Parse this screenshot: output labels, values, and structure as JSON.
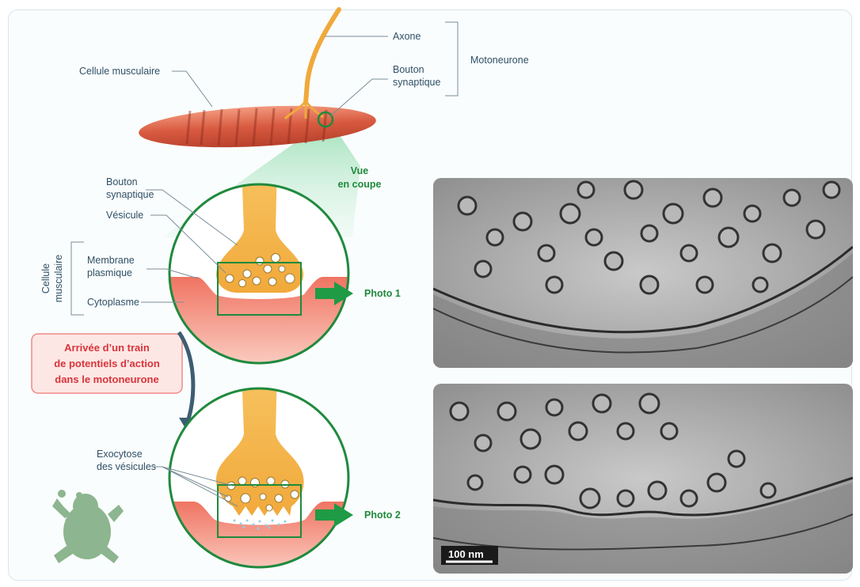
{
  "labels": {
    "axone": "Axone",
    "bouton_top_line1": "Bouton",
    "bouton_top_line2": "synaptique",
    "motoneurone": "Motoneurone",
    "cellule_musculaire_top": "Cellule musculaire",
    "vue_line1": "Vue",
    "vue_line2": "en coupe",
    "bouton_line1": "Bouton",
    "bouton_line2": "synaptique",
    "vesicule": "Vésicule",
    "cellule_vert_line1": "Cellule",
    "cellule_vert_line2": "musculaire",
    "membrane_line1": "Membrane",
    "membrane_line2": "plasmique",
    "cytoplasme": "Cytoplasme",
    "photo1": "Photo 1",
    "photo2": "Photo 2",
    "arrival_line1": "Arrivée d’un train",
    "arrival_line2": "de potentiels d’action",
    "arrival_line3": "dans le motoneurone",
    "exocytose_line1": "Exocytose",
    "exocytose_line2": "des vésicules",
    "scale_bar": "100 nm"
  },
  "colors": {
    "green": "#1f8a3d",
    "terminal_orange": "#f6b94c",
    "muscle_red": "#e06a52",
    "label_text": "#2f4f66",
    "alert_red": "#d9343b"
  }
}
